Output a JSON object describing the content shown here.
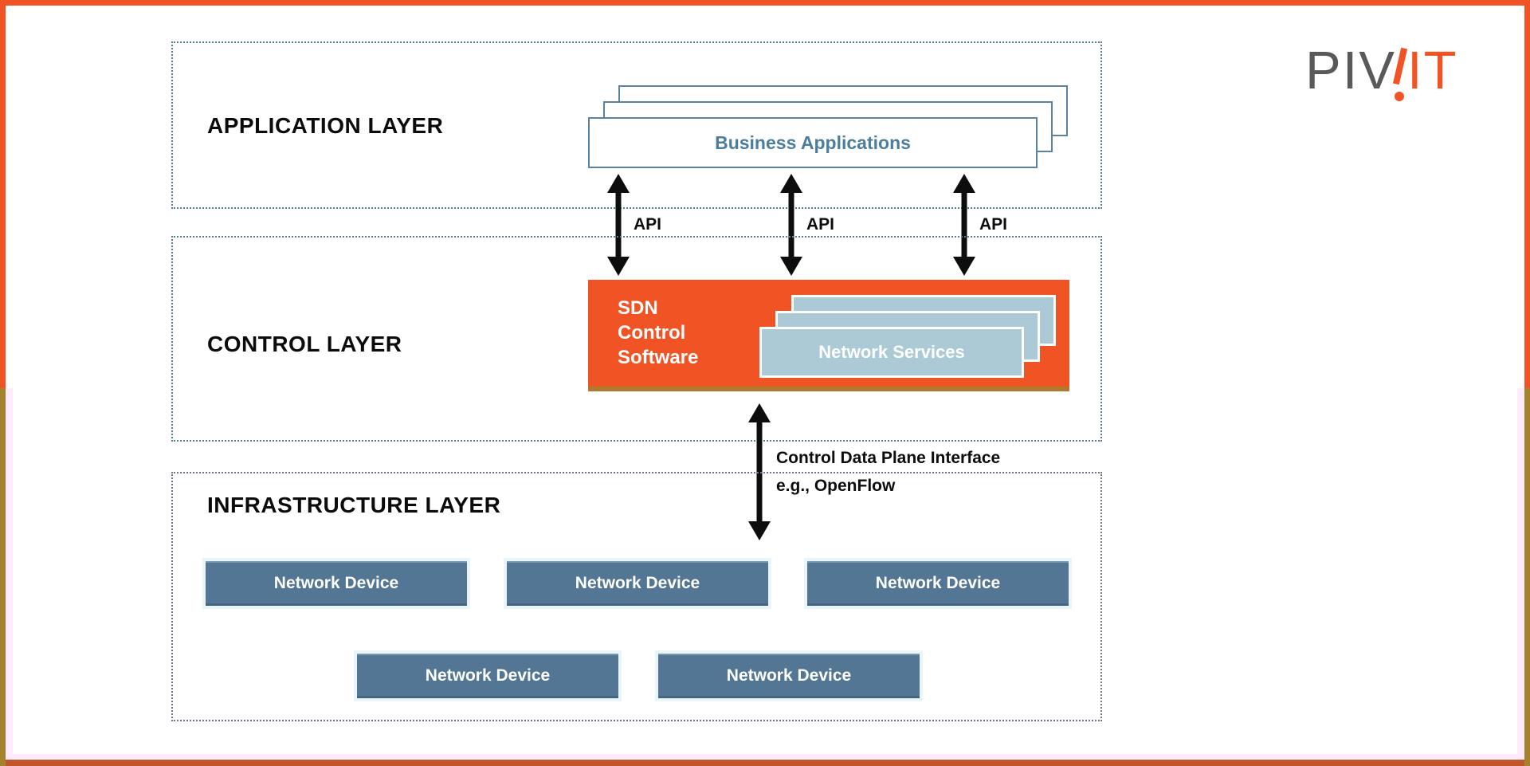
{
  "logo": {
    "text_gray": "PIV",
    "text_orange": "IT"
  },
  "layers": {
    "application": {
      "title": "APPLICATION LAYER",
      "stack_label": "Business Applications"
    },
    "control": {
      "title": "CONTROL LAYER",
      "sdn_label": "SDN\nControl\nSoftware",
      "stack_label": "Network Services"
    },
    "infrastructure": {
      "title": "INFRASTRUCTURE LAYER",
      "devices": [
        "Network Device",
        "Network Device",
        "Network Device",
        "Network Device",
        "Network Device"
      ]
    }
  },
  "connectors": {
    "api": [
      "API",
      "API",
      "API"
    ],
    "cdpi_line1": "Control Data Plane Interface",
    "cdpi_line2": "e.g., OpenFlow"
  },
  "colors": {
    "accent_orange": "#f05424",
    "frame_olive_lower": "#a5832d",
    "frame_bottom": "#c2562b",
    "frame_pink_strip": "#ffeafe",
    "steel_blue_device": "#527693",
    "light_blue_services": "#abcad6",
    "box_border_blue": "#5b82a0",
    "text_blue": "#4a7d9e",
    "dotted_border_teal": "#54808e",
    "dotted_border_gray": "#6e7888",
    "logo_gray": "#58595b",
    "arrow_black": "#0d0d0d"
  }
}
